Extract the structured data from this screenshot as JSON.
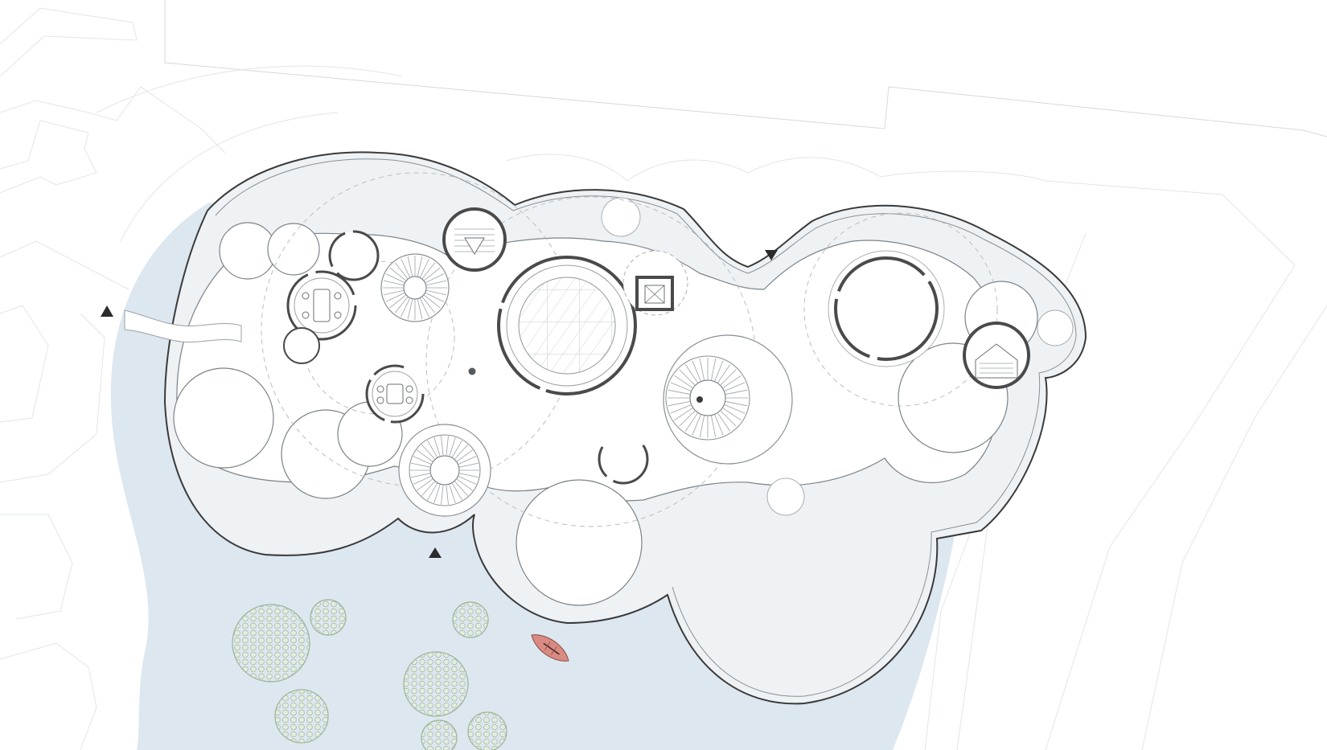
{
  "drawing": {
    "type": "architectural-site-plan",
    "colors": {
      "background": "#ffffff",
      "water": "#dde7f0",
      "deck": "#eef2f5",
      "rooms": "#ffffff",
      "walls": "#3a3a3a",
      "context_lines": "#d6d9dc",
      "trees": "#dfe8dc",
      "boat": "#d98a82"
    },
    "entrance_markers": [
      "triangle-west",
      "triangle-north",
      "triangle-south"
    ],
    "icons": [
      "staircase-icon",
      "elevator-icon",
      "table-icon",
      "boat-icon",
      "tree-icon"
    ]
  }
}
